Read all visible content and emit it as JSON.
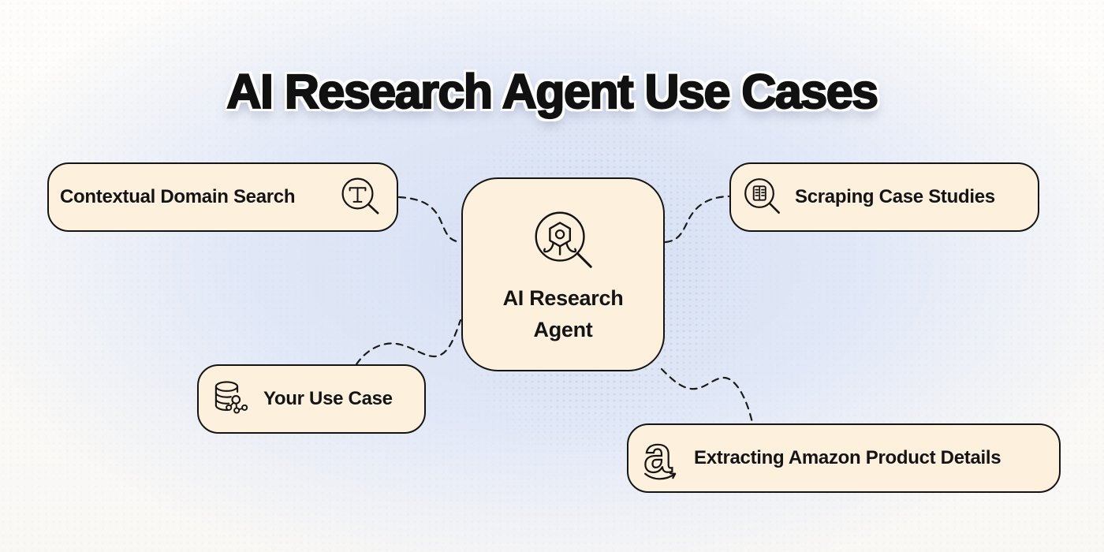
{
  "title": "AI Research Agent Use Cases",
  "center": {
    "label": "AI Research Agent",
    "icon": "robot-search-icon"
  },
  "nodes": [
    {
      "label": "Contextual Domain Search",
      "icon": "text-search-icon",
      "position": "top-left"
    },
    {
      "label": "Scraping Case Studies",
      "icon": "document-search-icon",
      "position": "top-right"
    },
    {
      "label": "Your Use Case",
      "icon": "database-network-icon",
      "position": "bottom-left"
    },
    {
      "label": "Extracting Amazon Product Details",
      "icon": "amazon-icon",
      "position": "bottom-right"
    }
  ],
  "connections": [
    {
      "from": "Contextual Domain Search",
      "to": "AI Research Agent",
      "style": "dashed"
    },
    {
      "from": "AI Research Agent",
      "to": "Scraping Case Studies",
      "style": "dashed"
    },
    {
      "from": "Your Use Case",
      "to": "AI Research Agent",
      "style": "dashed"
    },
    {
      "from": "AI Research Agent",
      "to": "Extracting Amazon Product Details",
      "style": "dashed"
    }
  ],
  "colors": {
    "card_fill": "#FDF1DD",
    "card_border": "#141414",
    "text": "#111111",
    "background_tint": "#DCE5F5",
    "background_base": "#FDFBF8",
    "connector": "#1A1A1A"
  }
}
